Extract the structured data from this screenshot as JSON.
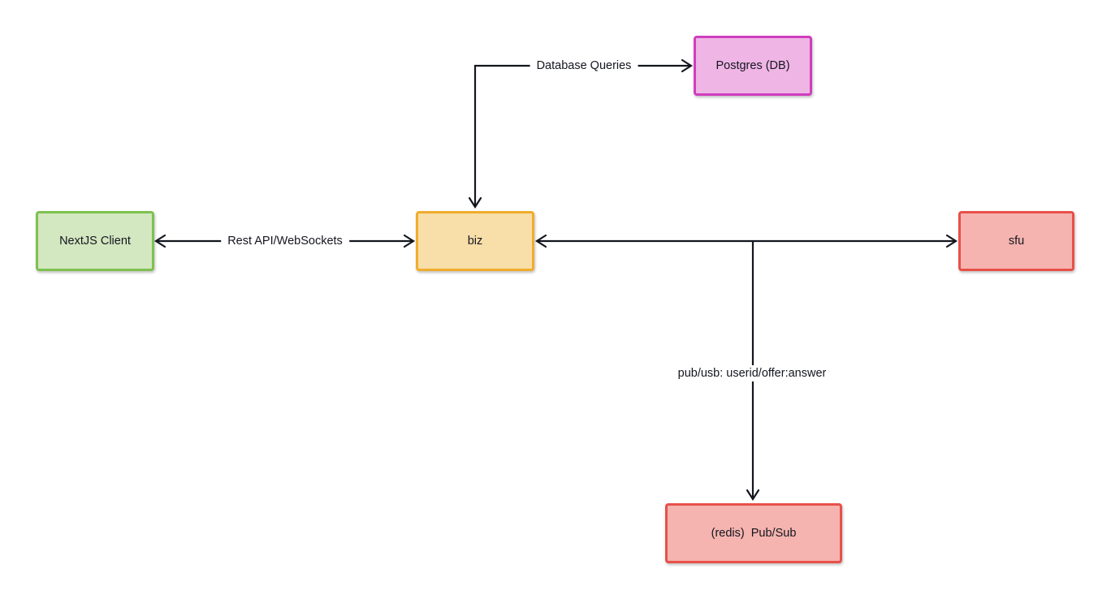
{
  "canvas": {
    "background": "#ffffff",
    "stroke_color": "#14161f",
    "text_color": "#14161f"
  },
  "nodes": [
    {
      "id": "nextjs",
      "label": "NextJS Client",
      "fill": "#d3e7c0",
      "border": "#7ec14f"
    },
    {
      "id": "biz",
      "label": "biz",
      "fill": "#f8dea8",
      "border": "#f0ad2d"
    },
    {
      "id": "postgres",
      "label": "Postgres (DB)",
      "fill": "#efb5e5",
      "border": "#cf3ebe"
    },
    {
      "id": "sfu",
      "label": "sfu",
      "fill": "#f5b4af",
      "border": "#e8504a"
    },
    {
      "id": "redis",
      "label": "(redis)  Pub/Sub",
      "fill": "#f5b4af",
      "border": "#e8504a"
    }
  ],
  "edges": [
    {
      "id": "nextjs-biz",
      "from": "nextjs",
      "to": "biz",
      "label": "Rest API/WebSockets",
      "arrows": "both",
      "shape": "straight"
    },
    {
      "id": "biz-postgres",
      "from": "biz",
      "to": "postgres",
      "label": "Database Queries",
      "arrows": "both",
      "shape": "elbow"
    },
    {
      "id": "biz-sfu",
      "from": "biz",
      "to": "sfu",
      "label": "",
      "arrows": "both",
      "shape": "straight"
    },
    {
      "id": "biz-redis",
      "from": "biz-sfu",
      "to": "redis",
      "label": "pub/usb: userid/offer:answer",
      "arrows": "end",
      "shape": "branch-down"
    }
  ]
}
